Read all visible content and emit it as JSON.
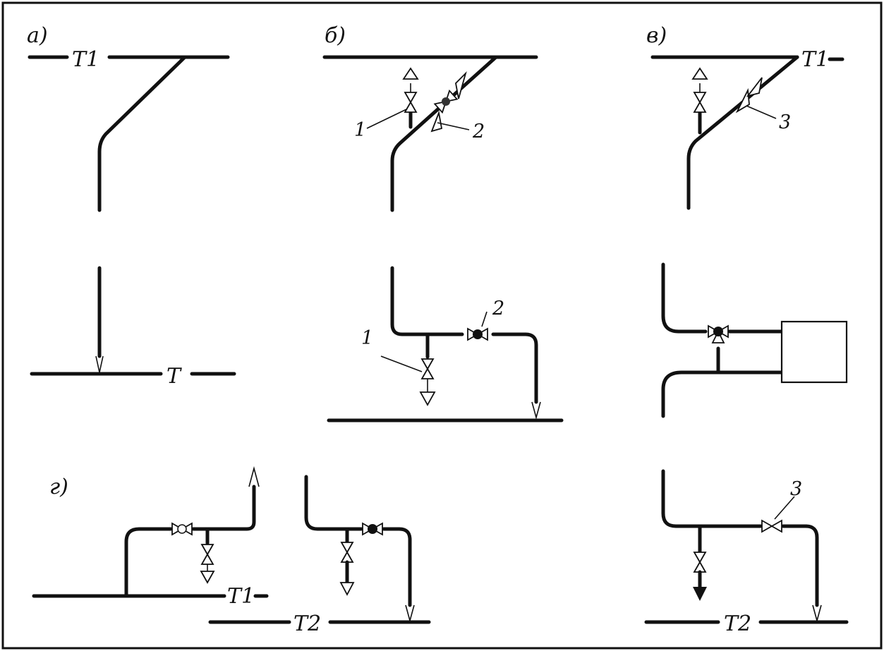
{
  "panels": {
    "a": {
      "letter": "а)",
      "top_pipe": "Т1",
      "bottom_pipe": "Т"
    },
    "b": {
      "letter": "б)",
      "callout_1": "1",
      "callout_2": "2",
      "callout_1_lower": "1",
      "callout_2_lower": "2"
    },
    "v": {
      "letter": "в)",
      "top_pipe": "Т1",
      "callout_3": "3",
      "callout_3_lower": "3",
      "bottom_pipe": "Т2"
    },
    "g": {
      "letter": "г)",
      "supply_pipe": "Т1",
      "return_pipe": "Т2"
    }
  }
}
